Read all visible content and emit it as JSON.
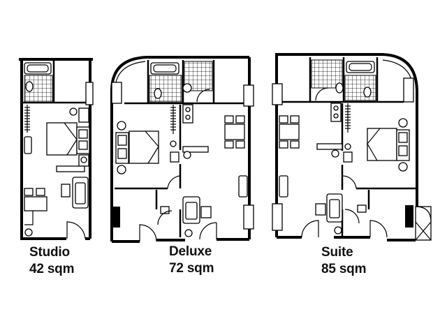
{
  "plans": [
    {
      "id": "studio",
      "name": "Studio",
      "area": "42 sqm"
    },
    {
      "id": "deluxe",
      "name": "Deluxe",
      "area": "72 sqm"
    },
    {
      "id": "suite",
      "name": "Suite",
      "area": "85 sqm"
    }
  ]
}
